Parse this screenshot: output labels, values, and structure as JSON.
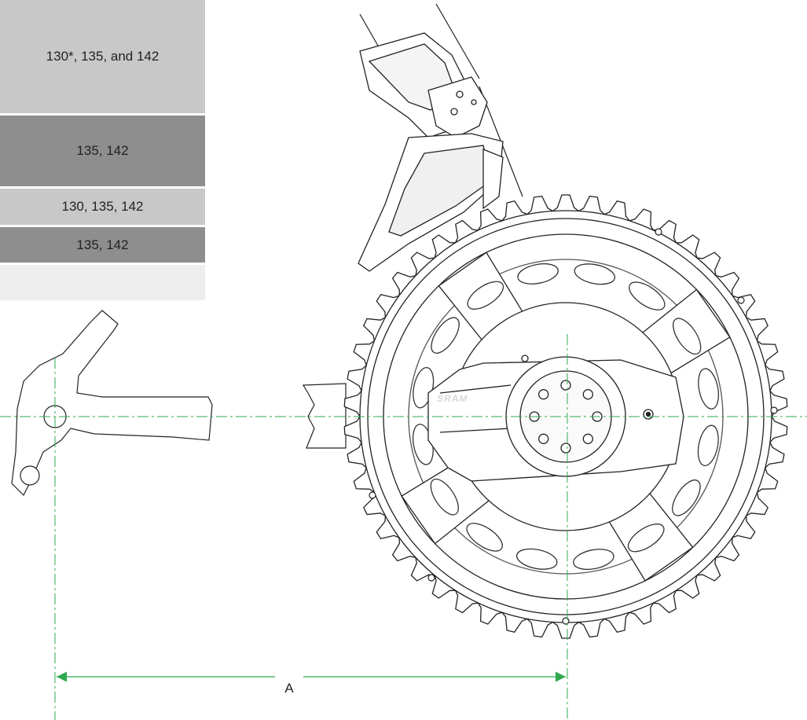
{
  "spacing_table": {
    "rows": [
      {
        "label": "130*, 135, and 142",
        "color": "#c8c8c8"
      },
      {
        "label": "135, 142",
        "color": "#8e8e8e"
      },
      {
        "label": "130, 135, 142",
        "color": "#c8c8c8"
      },
      {
        "label": "135, 142",
        "color": "#8e8e8e"
      },
      {
        "label": "",
        "color": "#eeeeee"
      }
    ]
  },
  "drawing": {
    "brand_text": "SRAM",
    "dimension_label": "A",
    "centerline_color": "#2fa84f",
    "line_color": "#222222"
  }
}
